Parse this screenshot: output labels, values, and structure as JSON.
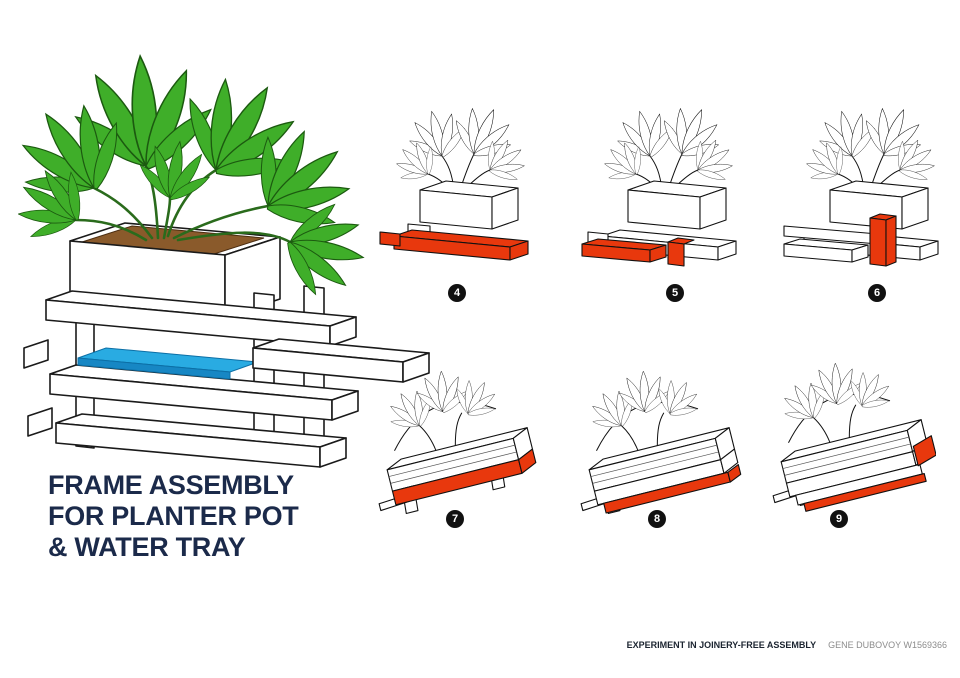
{
  "title": {
    "lines": [
      "FRAME ASSEMBLY",
      "FOR PLANTER POT",
      "& WATER TRAY"
    ]
  },
  "steps": [
    {
      "number": "4"
    },
    {
      "number": "5"
    },
    {
      "number": "6"
    },
    {
      "number": "7"
    },
    {
      "number": "8"
    },
    {
      "number": "9"
    }
  ],
  "footer": {
    "project": "EXPERIMENT IN JOINERY-FREE ASSEMBLY",
    "credit": "GENE DUBOVOY W1569366"
  },
  "colors": {
    "red": "#e8380d",
    "blue": "#29abe2",
    "green": "#3fae29",
    "soil": "#8a5a2b",
    "navy": "#1b2a4a",
    "badge": "#111111",
    "footer_gray": "#8c8c8c",
    "footer_dark": "#1b2430"
  }
}
